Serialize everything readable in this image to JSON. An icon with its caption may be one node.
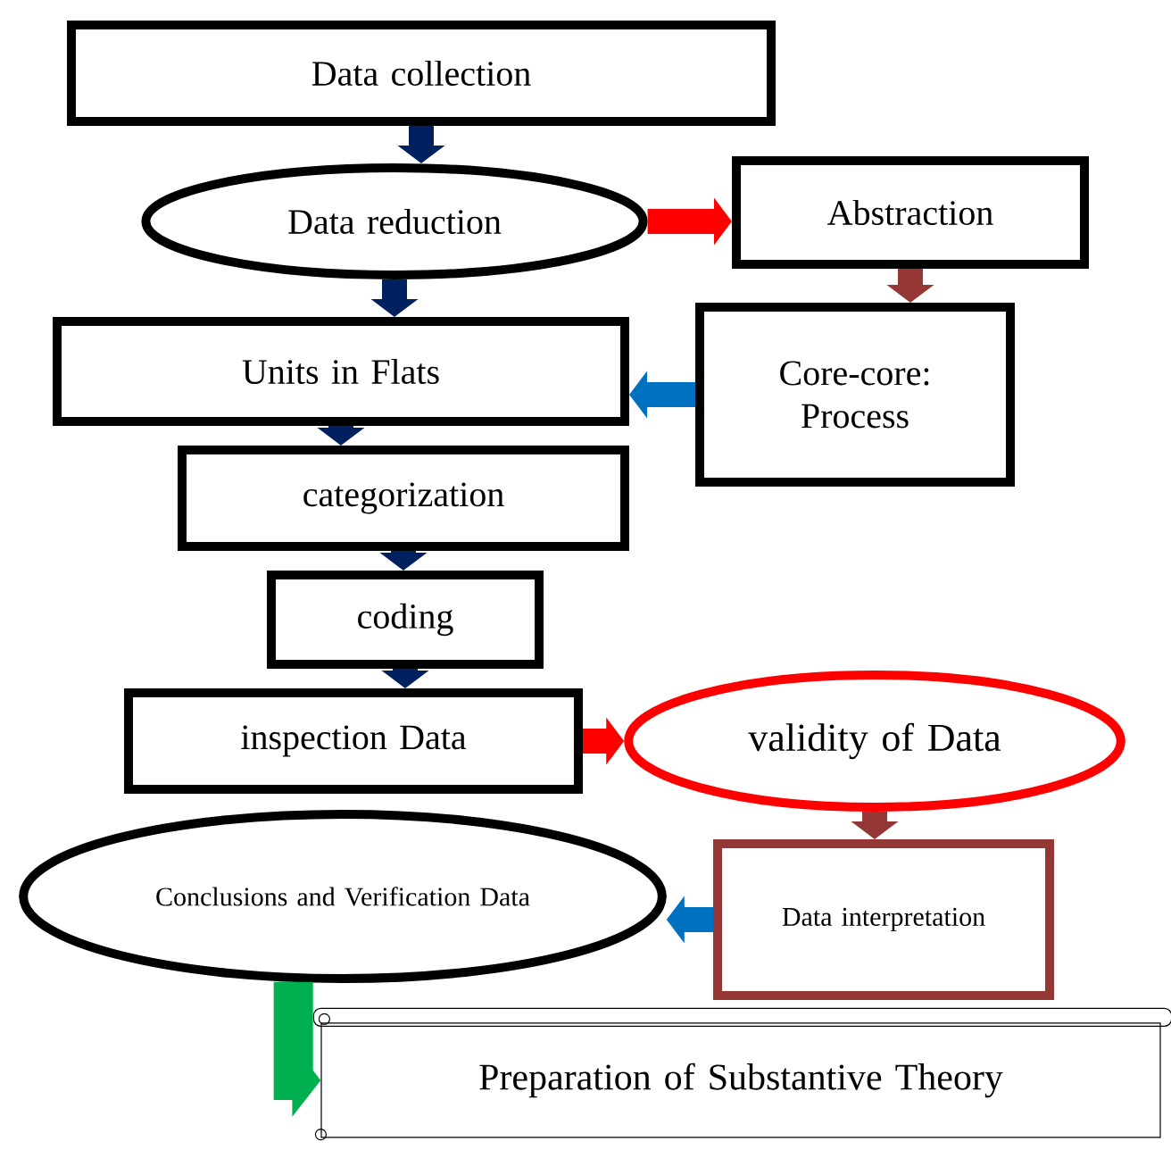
{
  "diagram": {
    "nodes": [
      {
        "text": [
          "Data collection"
        ]
      },
      {
        "text": [
          "Data reduction"
        ]
      },
      {
        "text": [
          "Abstraction"
        ]
      },
      {
        "text": [
          "Core-core: Process"
        ]
      },
      {
        "text": [
          "Units in Flats"
        ]
      },
      {
        "text": [
          "categorization"
        ]
      },
      {
        "text": [
          "coding"
        ]
      },
      {
        "text": [
          "inspection Data"
        ]
      },
      {
        "text": [
          "validity of Data"
        ]
      },
      {
        "text": [
          "Data interpretation"
        ]
      },
      {
        "text": [
          "Conclusions and Verification Data"
        ]
      },
      {
        "text": [
          "Preparation of Substantive Theory"
        ]
      }
    ],
    "edges": [
      {
        "from": 0,
        "to": 1,
        "arrow": "to"
      },
      {
        "from": 1,
        "to": 2,
        "arrow": "to",
        "color": "#ff0000"
      },
      {
        "from": 2,
        "to": 3,
        "arrow": "to",
        "color": "#953735"
      },
      {
        "from": 3,
        "to": 4,
        "arrow": "to",
        "color": "#0070c0"
      },
      {
        "from": 1,
        "to": 4,
        "arrow": "to"
      },
      {
        "from": 4,
        "to": 5,
        "arrow": "to"
      },
      {
        "from": 5,
        "to": 6,
        "arrow": "to"
      },
      {
        "from": 6,
        "to": 7,
        "arrow": "to"
      },
      {
        "from": 7,
        "to": 8,
        "arrow": "to",
        "color": "#ff0000"
      },
      {
        "from": 8,
        "to": 9,
        "arrow": "to",
        "color": "#953735"
      },
      {
        "from": 9,
        "to": 10,
        "arrow": "to",
        "color": "#0070c0"
      },
      {
        "from": 10,
        "to": 11,
        "arrow": "to",
        "color": "#00b050"
      }
    ]
  }
}
